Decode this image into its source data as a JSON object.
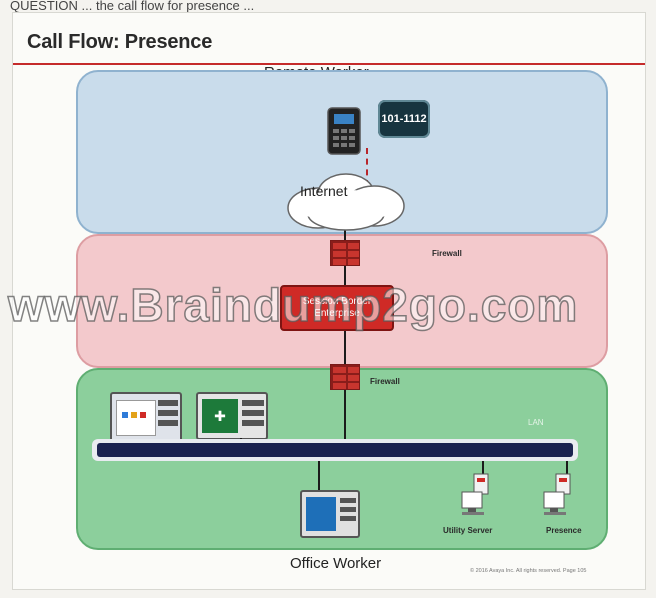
{
  "top_strip": "QUESTION ... the call flow for presence ...",
  "slide": {
    "title": "Call Flow: Presence",
    "zones": {
      "remote": "Remote Worker",
      "office": "Office Worker"
    },
    "extension_badge": [
      "101-",
      "1112"
    ],
    "cloud": "Internet",
    "firewall_label_top": "Firewall",
    "firewall_label_bottom": "Firewall",
    "sbce_lines": [
      "Session Border",
      "Enterprise"
    ],
    "lan_label": "LAN",
    "servers": {
      "utility": "Utility Server",
      "presence": "Presence"
    },
    "footer": "© 2016 Avaya Inc. All rights reserved.  Page 105"
  },
  "watermark": "www.Braindump2go.com",
  "colors": {
    "remote_zone": "#c9dceb",
    "dmz_zone": "#f3c9cc",
    "office_zone": "#8ccf9c",
    "firewall": "#c8352e",
    "sbce": "#cf2a26",
    "lan": "#1a2250"
  }
}
